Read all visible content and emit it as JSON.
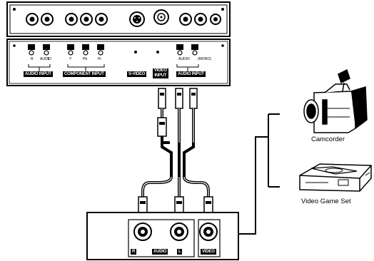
{
  "tv_panel": {
    "audio_input_label": "AUDIO INPUT",
    "component_input_label": "COMPONENT INPUT",
    "svideo_label": "S-VIDEO",
    "video_input_label_line1": "VIDEO",
    "video_input_label_line2": "INPUT",
    "audio_input2_label": "AUDIO INPUT",
    "jack_r": "R",
    "jack_l": "L",
    "jack_y": "Y",
    "jack_pb": "Pb",
    "jack_pr": "Pr",
    "jack_audio": "AUDIO",
    "jack_mono": "(MONO)"
  },
  "devices": {
    "camcorder_label": "Camcorder",
    "game_label": "Video Game Set"
  },
  "source_panel": {
    "r_label": "R",
    "audio_label": "AUDIO",
    "l_label": "L",
    "video_label": "VIDEO"
  }
}
